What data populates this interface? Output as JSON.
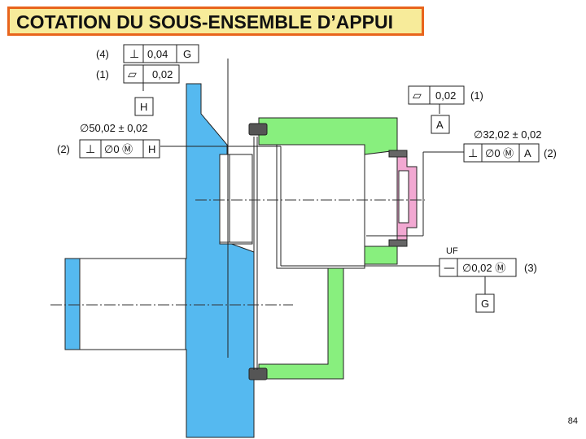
{
  "title": "COTATION DU SOUS-ENSEMBLE D’APPUI",
  "colors": {
    "blue_part": "#55b9f0",
    "green_part": "#88ef7e",
    "pink_part": "#f2a8d2",
    "dark": "#555555",
    "title_bg": "#f7eb9a",
    "title_border": "#e8641c"
  },
  "callouts": {
    "top_left": [
      {
        "ref": "(4)",
        "symbol": "⊥",
        "value": "0,04",
        "datum": "G"
      },
      {
        "ref": "(1)",
        "symbol": "▱",
        "value": "0,02"
      }
    ],
    "datum_h": "H",
    "bore_left": {
      "dimension": "∅50,02 ± 0,02",
      "ref": "(2)",
      "symbol": "⊥",
      "tolerance": "∅0 Ⓜ",
      "datum": "H"
    },
    "flatness_right": {
      "symbol": "▱",
      "value": "0,02",
      "ref": "(1)"
    },
    "datum_a": "A",
    "bore_right": {
      "dimension": "∅32,02 ± 0,02",
      "symbol": "⊥",
      "tolerance": "∅0 Ⓜ",
      "datum": "A",
      "ref": "(2)"
    },
    "uf_label": "UF",
    "straightness": {
      "symbol": "—",
      "tolerance": "∅0,02 Ⓜ",
      "ref": "(3)"
    },
    "datum_g": "G"
  },
  "page_number": "84"
}
